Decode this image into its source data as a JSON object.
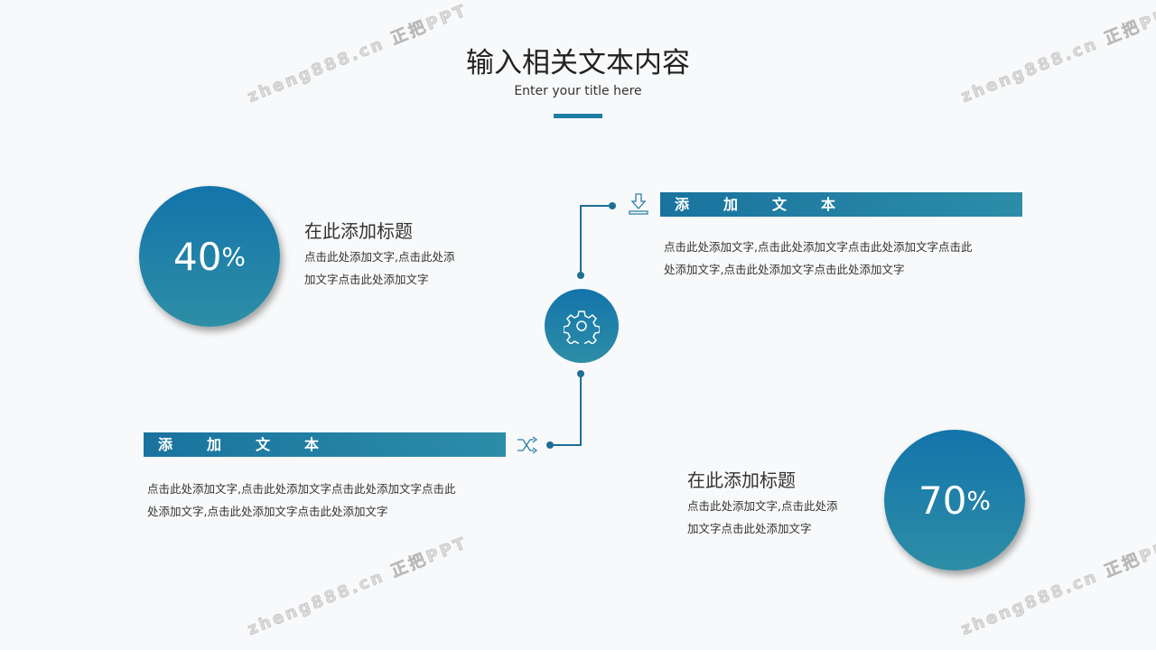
{
  "header": {
    "title": "输入相关文本内容",
    "subtitle": "Enter your title here"
  },
  "item1": {
    "percent": "40",
    "unit": "%",
    "heading": "在此添加标题",
    "text": "点击此处添加文字,点击此处添加文字点击此处添加文字",
    "text_line1": "点击此处添加文字,点击此处添",
    "text_line2": "加文字点击此处添加文字"
  },
  "item2": {
    "percent": "70",
    "unit": "%",
    "heading": "在此添加标题",
    "text_line1": "点击此处添加文字,点击此处添",
    "text_line2": "加文字点击此处添加文字"
  },
  "band1": {
    "label": "添加文本",
    "line1": "点击此处添加文字,点击此处添加文字点击此处添加文字点击此",
    "line2": "处添加文字,点击此处添加文字点击此处添加文字"
  },
  "band2": {
    "label": "添加文本",
    "line1": "点击此处添加文字,点击此处添加文字点击此处添加文字点击此",
    "line2": "处添加文字,点击此处添加文字点击此处添加文字"
  },
  "watermark": "zheng888.cn 正把PPT",
  "colors": {
    "accent": "#1e7ea6"
  }
}
